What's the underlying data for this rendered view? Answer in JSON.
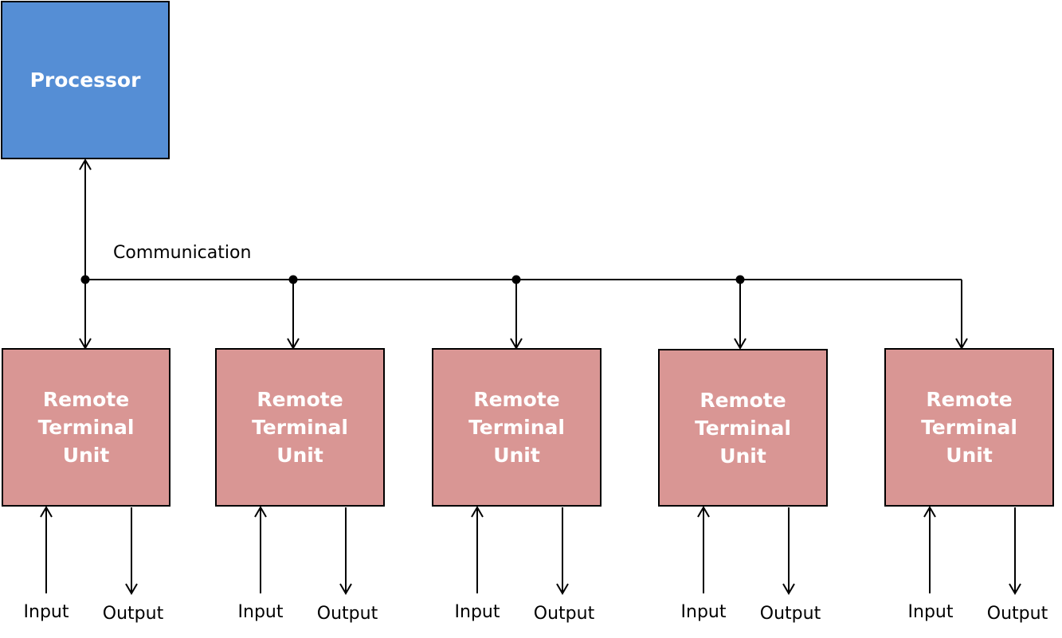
{
  "processor": {
    "label": "Processor"
  },
  "bus": {
    "label": "Communication"
  },
  "rtus": [
    {
      "label": "Remote Terminal Unit",
      "input": "Input",
      "output": "Output"
    },
    {
      "label": "Remote Terminal Unit",
      "input": "Input",
      "output": "Output"
    },
    {
      "label": "Remote Terminal Unit",
      "input": "Input",
      "output": "Output"
    },
    {
      "label": "Remote Terminal Unit",
      "input": "Input",
      "output": "Output"
    },
    {
      "label": "Remote Terminal Unit",
      "input": "Input",
      "output": "Output"
    }
  ],
  "colors": {
    "processor_fill": "#558ed5",
    "rtu_fill": "#d99694",
    "line": "#000000"
  }
}
